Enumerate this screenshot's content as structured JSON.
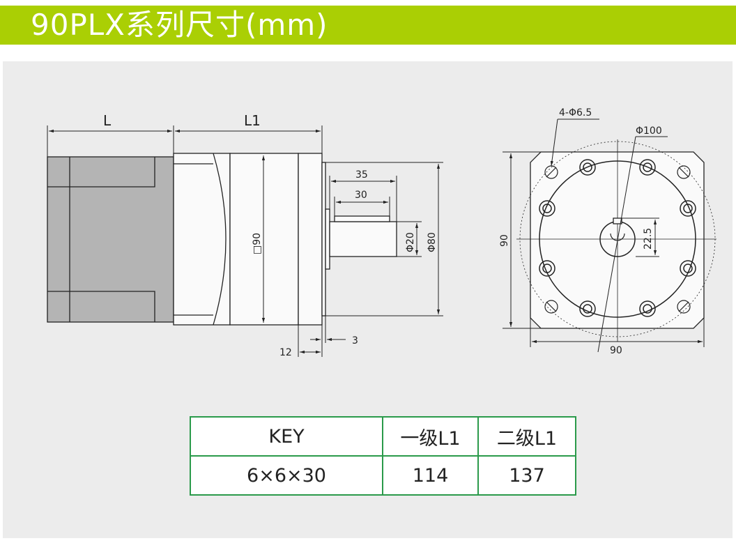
{
  "header": {
    "title": "90PLX系列尺寸(mm)"
  },
  "side_view": {
    "L": "L",
    "L1": "L1",
    "d35": "35",
    "d30": "30",
    "square": "□90",
    "phi20": "Φ20",
    "phi80": "Φ80",
    "d3": "3",
    "d12": "12"
  },
  "front_view": {
    "holes": "4-Φ6.5",
    "pcd": "Φ100",
    "height": "90",
    "width": "90",
    "keyh": "22.5"
  },
  "table": {
    "headers": [
      "KEY",
      "一级L1",
      "二级L1"
    ],
    "row": [
      "6×6×30",
      "114",
      "137"
    ]
  },
  "colors": {
    "banner": "#aacf04",
    "panel": "#ececec",
    "table_border": "#2a9a4a"
  }
}
